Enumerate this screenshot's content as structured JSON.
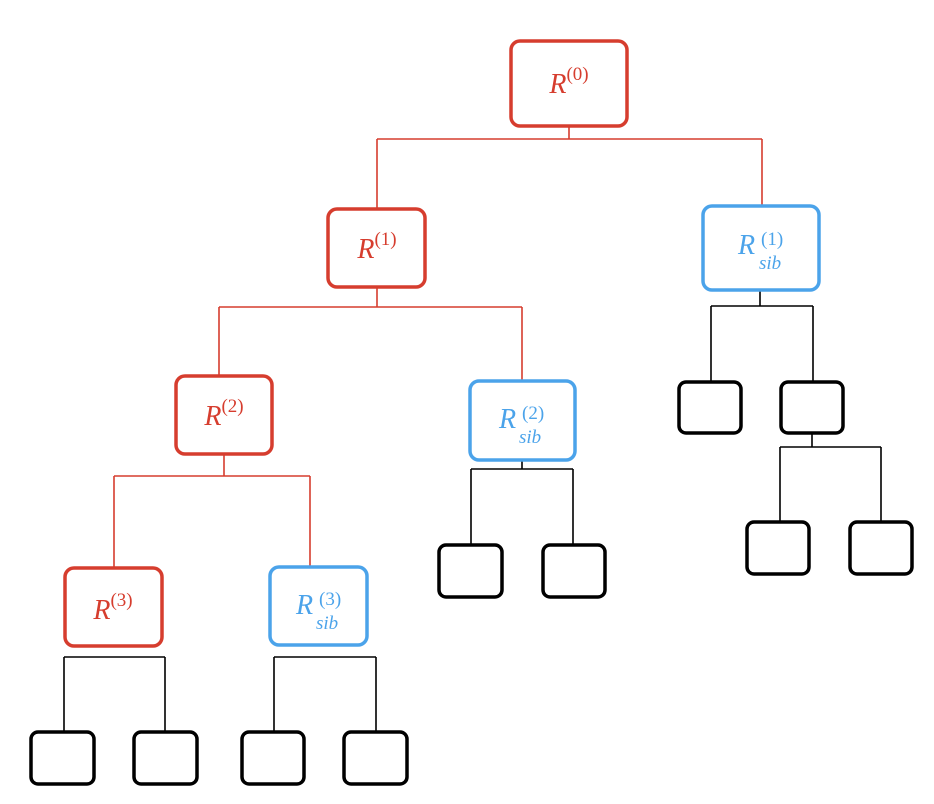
{
  "colors": {
    "path": "#d63d2e",
    "sibling": "#4ba3ea",
    "leaf": "#000000",
    "connector_path": "#d63d2e",
    "connector_sibling": "#000000"
  },
  "nodes": {
    "r0": {
      "base": "R",
      "sup": "(0)",
      "sub": ""
    },
    "r1": {
      "base": "R",
      "sup": "(1)",
      "sub": ""
    },
    "r2": {
      "base": "R",
      "sup": "(2)",
      "sub": ""
    },
    "r3": {
      "base": "R",
      "sup": "(3)",
      "sub": ""
    },
    "rsib1": {
      "base": "R",
      "sup": "(1)",
      "sub": "sib"
    },
    "rsib2": {
      "base": "R",
      "sup": "(2)",
      "sub": "sib"
    },
    "rsib3": {
      "base": "R",
      "sup": "(3)",
      "sub": "sib"
    }
  }
}
